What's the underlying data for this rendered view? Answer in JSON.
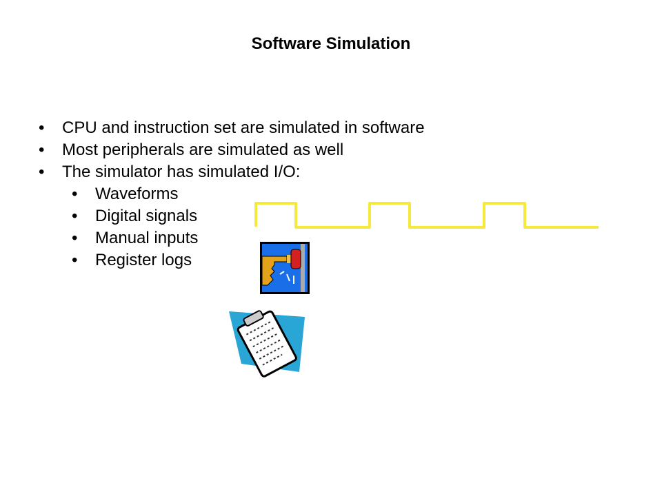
{
  "slide": {
    "title": "Software Simulation",
    "bullets": [
      {
        "text": "CPU and instruction set are simulated in software"
      },
      {
        "text": "Most peripherals are simulated as well"
      },
      {
        "text": "The simulator has simulated I/O:"
      }
    ],
    "sub_bullets": [
      {
        "text": "Waveforms"
      },
      {
        "text": "Digital signals"
      },
      {
        "text": "Manual inputs"
      },
      {
        "text": "Register logs"
      }
    ],
    "bullet_char": "•",
    "waveform_color": "#f5ea3c"
  }
}
